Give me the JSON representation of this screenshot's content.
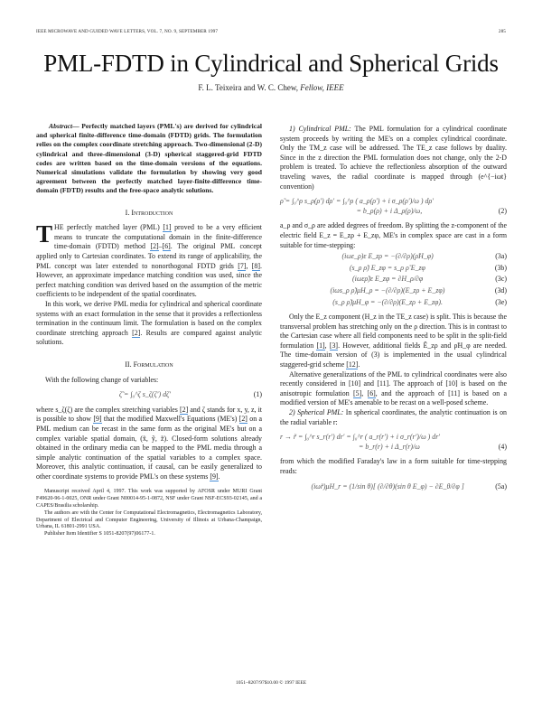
{
  "header": {
    "journal": "IEEE MICROWAVE AND GUIDED WAVE LETTERS, VOL. 7, NO. 9, SEPTEMBER 1997",
    "page": "285"
  },
  "title": "PML-FDTD in Cylindrical and Spherical Grids",
  "authors": {
    "names": "F. L. Teixeira and W. C. Chew,",
    "affiliation": "Fellow, IEEE"
  },
  "abstract": {
    "label": "Abstract—",
    "text": " Perfectly matched layers (PML's) are derived for cylindrical and spherical finite-difference time-domain (FDTD) grids. The formulation relies on the complex coordinate stretching approach. Two-dimensional (2-D) cylindrical and three-dimensional (3-D) spherical staggered-grid FDTD codes are written based on the time-domain versions of the equations. Numerical simulations validate the formulation by showing very good agreement between the perfectly matched layer-finite-difference time-domain (FDTD) results and the free-space analytic solutions."
  },
  "sections": {
    "intro": {
      "numeral": "I.",
      "title": "Introduction",
      "dropcap": "T",
      "p1_a": "HE perfectly matched layer (PML) ",
      "p1_c1": "[1]",
      "p1_b": " proved to be a very efficient means to truncate the computational domain in the finite-difference time-domain (FDTD) method ",
      "p1_c2": "[2]",
      "p1_dash": "–",
      "p1_c3": "[6]",
      "p1_c": ". The original PML concept applied only to Cartesian coordinates. To extend its range of applicability, the PML concept was later extended to nonorthogonal FDTD grids ",
      "p1_c4": "[7]",
      "p1_comma": ", ",
      "p1_c5": "[8]",
      "p1_d": ". However, an approximate impedance matching condition was used, since the perfect matching condition was derived based on the assumption of the metric coefficients to be independent of the spatial coordinates.",
      "p2_a": "In this work, we derive PML media for cylindrical and spherical coordinate systems with an exact formulation in the sense that it provides a reflectionless termination in the continuum limit. The formulation is based on the complex coordinate stretching approach ",
      "p2_c1": "[2]",
      "p2_b": ". Results are compared against analytic solutions."
    },
    "formulation": {
      "numeral": "II.",
      "title": "Formulation",
      "p1": "With the following change of variables:",
      "eq1": "ζ̃ = ∫₀^ζ s_ζ(ζ′) dζ′",
      "eq1_num": "(1)",
      "p2_a": "where s_ζ(ζ) are the complex stretching variables ",
      "p2_c1": "[2]",
      "p2_b": " and ζ stands for x, y, z, it is possible to show ",
      "p2_c2": "[9]",
      "p2_c": " that the modified Maxwell's Equations (ME's) ",
      "p2_c3": "[2]",
      "p2_d": " on a PML medium can be recast in the same form as the original ME's but on a complex variable spatial domain, (x̃, ỹ, z̃). Closed-form solutions already obtained in the ordinary media can be mapped to the PML media through a simple analytic continuation of the spatial variables to a complex space. Moreover, this analytic continuation, if causal, can be easily generalized to other coordinate systems to provide PML's on these systems ",
      "p2_c4": "[9]",
      "p2_e": "."
    }
  },
  "footnote": {
    "p1": "Manuscript received April 4, 1997. This work was supported by AFOSR under MURI Grant F49620-96-1-0025, ONR under Grant N00014-95-1-0872, NSF under Grant NSF-ECS93-02145, and a CAPES/Brasilia scholarship.",
    "p2": "The authors are with the Center for Computational Electromagnetics, Electromagnetics Laboratory, Department of Electrical and Computer Engineering, University of Illinois at Urbana-Champaign, Urbana, IL 61801-2991 USA.",
    "p3": "Publisher Item Identifier S 1051-8207(97)06177-1."
  },
  "right": {
    "cyl_title": "1) Cylindrical PML:",
    "cyl_p1": " The PML formulation for a cylindrical coordinate system proceeds by writing the ME's on a complex cylindrical coordinate. Only the TM_z case will be addressed. The TE_z case follows by duality. Since in the z direction the PML formulation does not change, only the 2-D problem is treated. To achieve the reflectionless absorption of the outward traveling waves, the radial coordinate is mapped through (e^{−iωt} convention)",
    "eq2_line1": "ρ̃ = ∫₀^ρ s_ρ(ρ′) dρ′ = ∫₀^ρ ( a_ρ(ρ′) + i σ_ρ(ρ′)/ω ) dρ′",
    "eq2_line2": "= b_ρ(ρ) + i Δ_ρ(ρ)/ω,",
    "eq2_num": "(2)",
    "cyl_p2": "a_ρ and σ_ρ are added degrees of freedom. By splitting the z-component of the electric field E_z = E_zρ + E_zφ, ME's in complex space are cast in a form suitable for time-stepping:",
    "eq3": [
      {
        "body": "(iωε_ρ)ε E_zρ = −(∂/∂ρ)(ρ̃H_φ)",
        "num": "(3a)"
      },
      {
        "body": "(s_ρ ρ̃) E_zφ = s_ρ ρ̃ E_zφ",
        "num": "(3b)"
      },
      {
        "body": "(iωερ̃)ε E_zφ = ∂H_ρ/∂φ",
        "num": "(3c)"
      },
      {
        "body": "(iωs_ρ ρ̃)μH_ρ = −(∂/∂ρ)(E_zρ + E_zφ)",
        "num": "(3d)"
      },
      {
        "body": "(s_ρ ρ̃)μH_φ = −(∂/∂ρ)(E_zρ + E_zφ).",
        "num": "(3e)"
      }
    ],
    "cyl_p3_a": "Only the E_z component (H_z in the TE_z case) is split. This is because the transversal problem has stretching only on the ρ direction. This is in contrast to the Cartesian case where all field components need to be split in the split-field formulation ",
    "cyl_p3_c1": "[1]",
    "cyl_p3_comma": ", ",
    "cyl_p3_c2": "[3]",
    "cyl_p3_b": ". However, additional fields Ẽ_zρ and ρ̃H_φ are needed. The time-domain version of (3) is implemented in the usual cylindrical staggered-grid scheme ",
    "cyl_p3_c3": "[12]",
    "cyl_p3_c": ".",
    "cyl_p4_a": "Alternative generalizations of the PML to cylindrical coordinates were also recently considered in [10] and [11]. The approach of [10] is based on the anisotropic formulation ",
    "cyl_p4_c1": "[5]",
    "cyl_p4_comma": ", ",
    "cyl_p4_c2": "[6]",
    "cyl_p4_b": ", and the approach of [11] is based on a modified version of ME's amenable to be recast on a well-posed scheme.",
    "sph_title": "2) Spherical PML:",
    "sph_p1": " In spherical coordinates, the analytic continuation is on the radial variable r:",
    "eq4_line1": "r → r̃ = ∫₀^r s_r(r′) dr′ = ∫₀^r ( a_r(r′) + i σ_r(r′)/ω ) dr′",
    "eq4_line2": "= b_r(r) + i Δ_r(r)/ω",
    "eq4_num": "(4)",
    "sph_p2": "from which the modified Faraday's law in a form suitable for time-stepping reads:",
    "eq5a": "(iωr̃)μH_r = (1/sin θ)[ (∂/∂θ)(sin θ E_φ) − ∂E_θ/∂φ ]",
    "eq5a_num": "(5a)"
  },
  "footer": {
    "text": "1051–8207/97$10.00 © 1997 IEEE"
  },
  "colors": {
    "citation_underline": "#4a8fd8",
    "text": "#1a1a1a"
  }
}
